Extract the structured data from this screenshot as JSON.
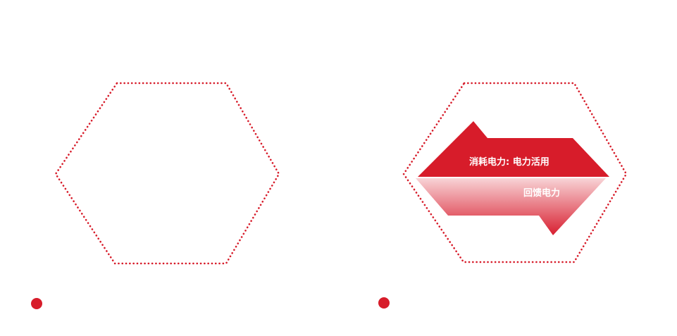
{
  "colors": {
    "accent": "#d71c2a",
    "arrow_light": "#f6c9cd",
    "text_on_accent": "#ffffff",
    "background": "#ffffff"
  },
  "panels": [
    {
      "name": "left-panel",
      "has_arrows": false
    },
    {
      "name": "right-panel",
      "has_arrows": true,
      "arrows": {
        "upper": {
          "label": "消耗电力: 电力活用",
          "direction": "left"
        },
        "lower": {
          "label": "回馈电力",
          "direction": "right"
        }
      }
    }
  ]
}
